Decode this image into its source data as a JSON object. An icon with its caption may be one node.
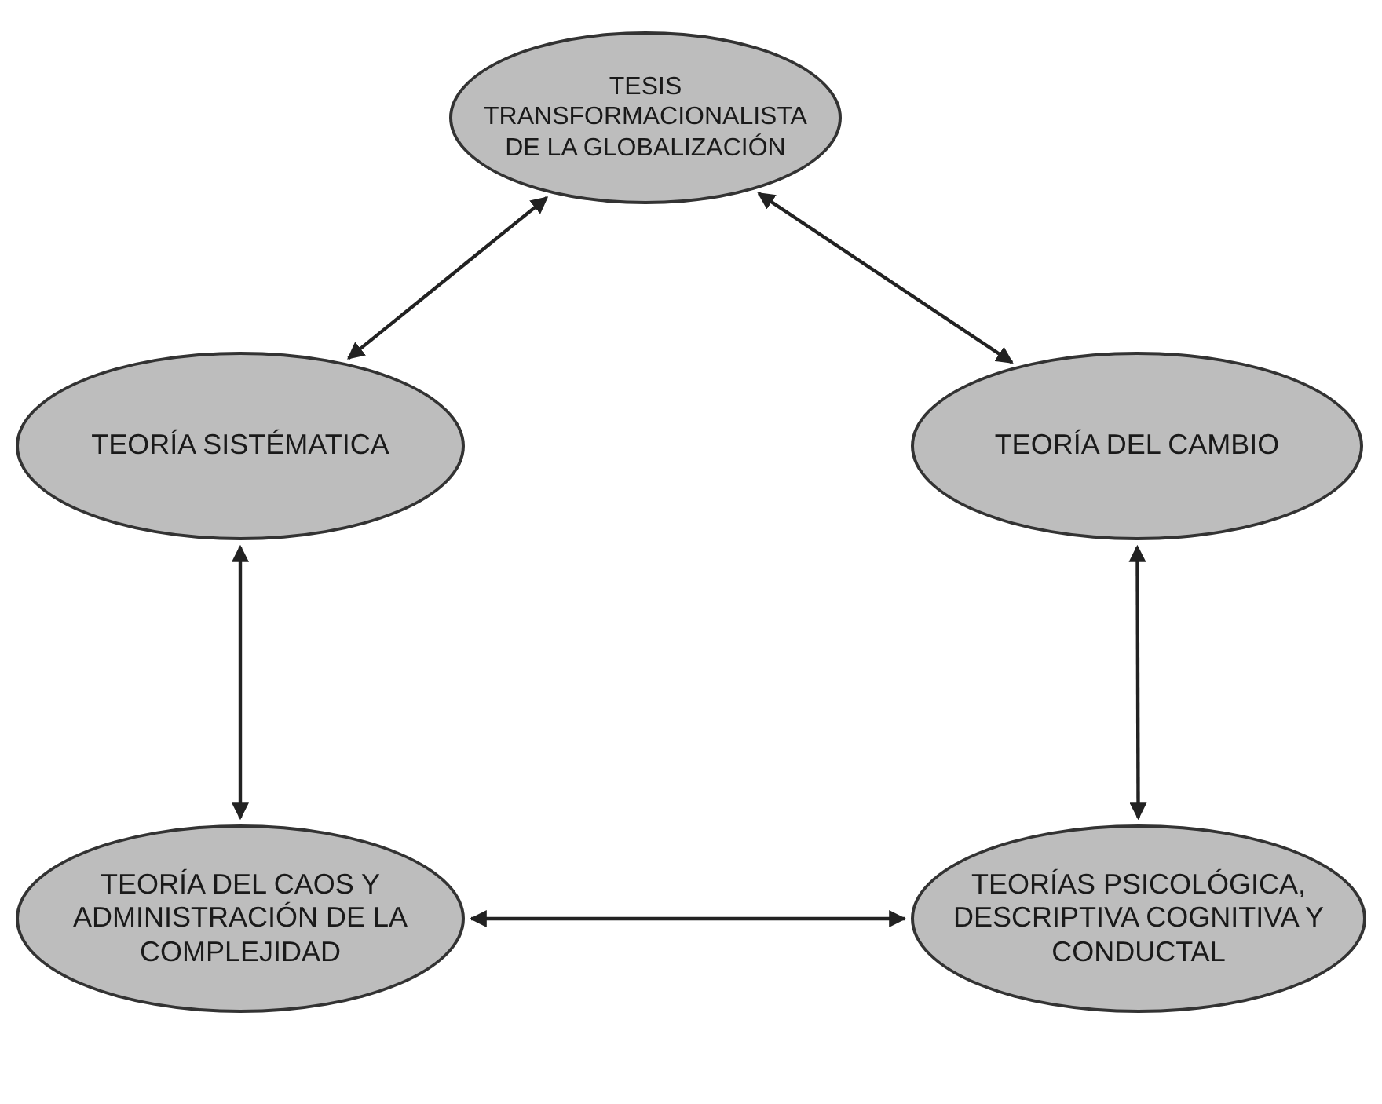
{
  "diagram": {
    "nodes": [
      {
        "text": [
          "TESIS TRANSFORMACIONALISTA DE LA GLOBALIZACIÓN"
        ]
      },
      {
        "text": [
          "TEORÍA SISTÉMATICA"
        ]
      },
      {
        "text": [
          "TEORÍA DEL CAMBIO"
        ]
      },
      {
        "text": [
          "TEORÍA DEL CAOS Y ADMINISTRACIÓN DE LA COMPLEJIDAD"
        ]
      },
      {
        "text": [
          "TEORÍAS PSICOLÓGICA, DESCRIPTIVA COGNITIVA Y CONDUCTAL"
        ]
      }
    ],
    "edges": [
      {
        "from": 0,
        "to": 1,
        "arrow": "both"
      },
      {
        "from": 0,
        "to": 2,
        "arrow": "both"
      },
      {
        "from": 1,
        "to": 3,
        "arrow": "both"
      },
      {
        "from": 2,
        "to": 4,
        "arrow": "both"
      },
      {
        "from": 3,
        "to": 4,
        "arrow": "both"
      }
    ]
  }
}
